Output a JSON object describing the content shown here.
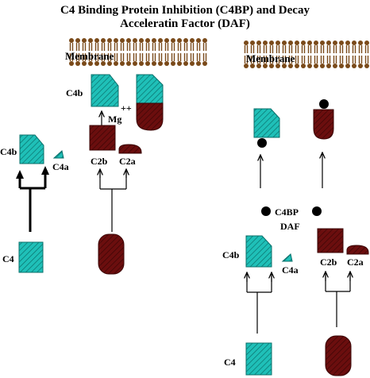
{
  "title": {
    "line1": "C4 Binding Protein Inhibition (C4BP) and Decay",
    "line2": "Acceleratin Factor (DAF)"
  },
  "colors": {
    "c4_fill": "#1fc0b8",
    "c2_fill": "#6b0e0e",
    "membrane": "#7a4a1a",
    "inhibitor_dot": "#000000",
    "text": "#000000"
  },
  "left_panel": {
    "membrane_label": "Membrane",
    "c4b_membrane_label": "C4b",
    "mg_label": "Mg",
    "mg_superscript": "++",
    "c4b_label": "C4b",
    "c4a_label": "C4a",
    "c2b_label": "C2b",
    "c2a_label": "C2a",
    "c4_label": "C4"
  },
  "right_panel": {
    "membrane_label": "Membrane",
    "inhibitor_label_1": "C4BP",
    "inhibitor_label_2": "DAF",
    "c4b_label": "C4b",
    "c4a_label": "C4a",
    "c2b_label": "C2b",
    "c2a_label": "C2a",
    "c4_label": "C4"
  }
}
